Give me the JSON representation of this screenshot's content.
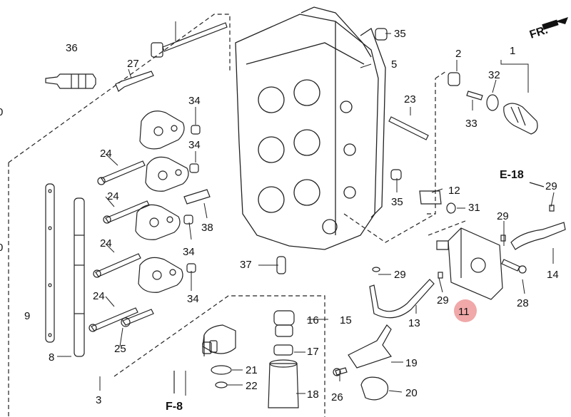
{
  "diagram": {
    "direction_label": "FR.",
    "ref_labels": [
      "E-18",
      "F-8"
    ],
    "callouts": [
      "1",
      "2",
      "3",
      "5",
      "8",
      "9",
      "11",
      "12",
      "13",
      "14",
      "15",
      "16",
      "17",
      "18",
      "19",
      "20",
      "21",
      "22",
      "23",
      "24",
      "24",
      "24",
      "24",
      "25",
      "26",
      "27",
      "28",
      "29",
      "29",
      "29",
      "29",
      "31",
      "32",
      "33",
      "34",
      "34",
      "34",
      "34",
      "35",
      "35",
      "36",
      "37",
      "38",
      "0",
      "0"
    ],
    "highlighted_part": "11",
    "colors": {
      "line": "#222222",
      "highlight": "#f0a8a8",
      "background": "#ffffff"
    }
  }
}
